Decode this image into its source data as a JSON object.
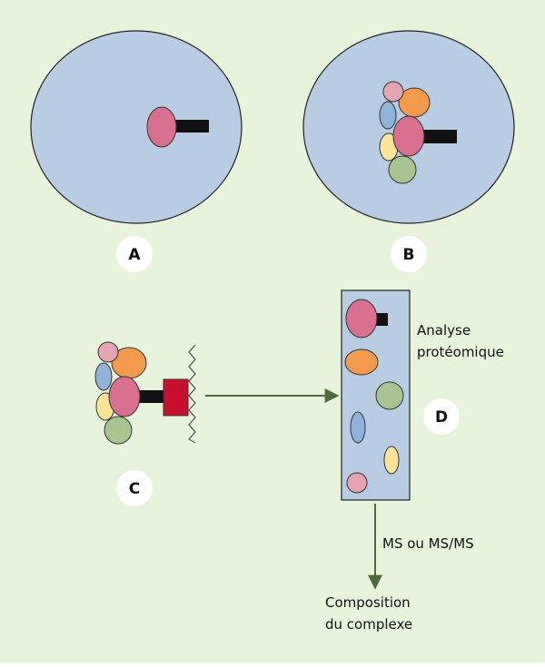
{
  "colors": {
    "background": "#e8f3dc",
    "cell": "#b8cde3",
    "pink": "#d9708f",
    "orange": "#f49a4d",
    "green": "#a8c591",
    "yellow": "#fbe39a",
    "blue": "#8fb3d9",
    "lightpink": "#e6a3b2",
    "tag": "#c8102e",
    "arrow": "#4d6b3a"
  },
  "labels": {
    "a": "A",
    "b": "B",
    "c": "C",
    "d": "D"
  },
  "annotations": {
    "analysis_line1": "Analyse",
    "analysis_line2": "protéomique",
    "ms": "MS ou MS/MS",
    "composition_line1": "Composition",
    "composition_line2": "du complexe"
  }
}
